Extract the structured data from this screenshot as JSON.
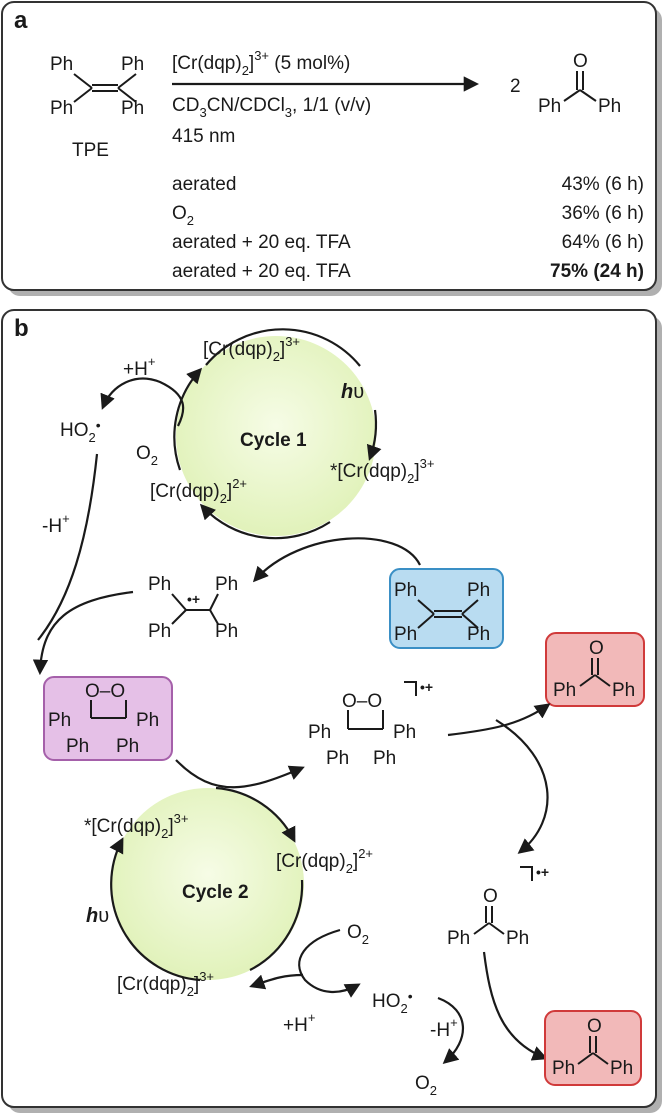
{
  "panel_a": {
    "label": "a",
    "tpe_label": "TPE",
    "ph": "Ph",
    "num2": "2",
    "catalyst": "[Cr(dqp)",
    "catalyst_sub": "2",
    "catalyst_sup": "3+",
    "catalyst_load": " (5 mol%)",
    "solvent_cd": "CD",
    "solvent_3a": "3",
    "solvent_cn": "CN/CDCl",
    "solvent_3b": "3",
    "solvent_ratio": ", 1/1 (v/v)",
    "wavelength": "415 nm",
    "conditions": [
      {
        "condition": "aerated",
        "yield": "43% (6 h)",
        "bold": false
      },
      {
        "condition": "O",
        "condition_sub": "2",
        "yield": "36% (6 h)",
        "bold": false
      },
      {
        "condition": "aerated + 20 eq. TFA",
        "yield": "64% (6 h)",
        "bold": false
      },
      {
        "condition": "aerated + 20 eq. TFA",
        "yield": "75% (24 h)",
        "bold": true
      }
    ]
  },
  "panel_b": {
    "label": "b",
    "cycle1": "Cycle 1",
    "cycle2": "Cycle 2",
    "cr": "[Cr(dqp)",
    "cr_close": "]",
    "sub2": "2",
    "sup3": "3+",
    "sup2": "2+",
    "star": "*",
    "hv_h": "h",
    "hv_nu": "υ",
    "plus_h": "+H",
    "minus_h": "-H",
    "plus_sup": "+",
    "ho2": "HO",
    "o2": "O",
    "dot": "•",
    "oo": "O–O",
    "o": "O",
    "ph": "Ph",
    "radical_cation": "•+",
    "radical_cation_plus": "+"
  },
  "colors": {
    "cycle_fill": "#eaf7c9",
    "blue_box_fill": "#b9dcf1",
    "blue_box_stroke": "#3a8fc5",
    "purple_box_fill": "#e5c0e7",
    "purple_box_stroke": "#a560aa",
    "red_box_fill": "#f2b9b9",
    "red_box_stroke": "#d03a3a",
    "frame_stroke": "#333333",
    "frame_shadow": "#aaaaaa"
  }
}
